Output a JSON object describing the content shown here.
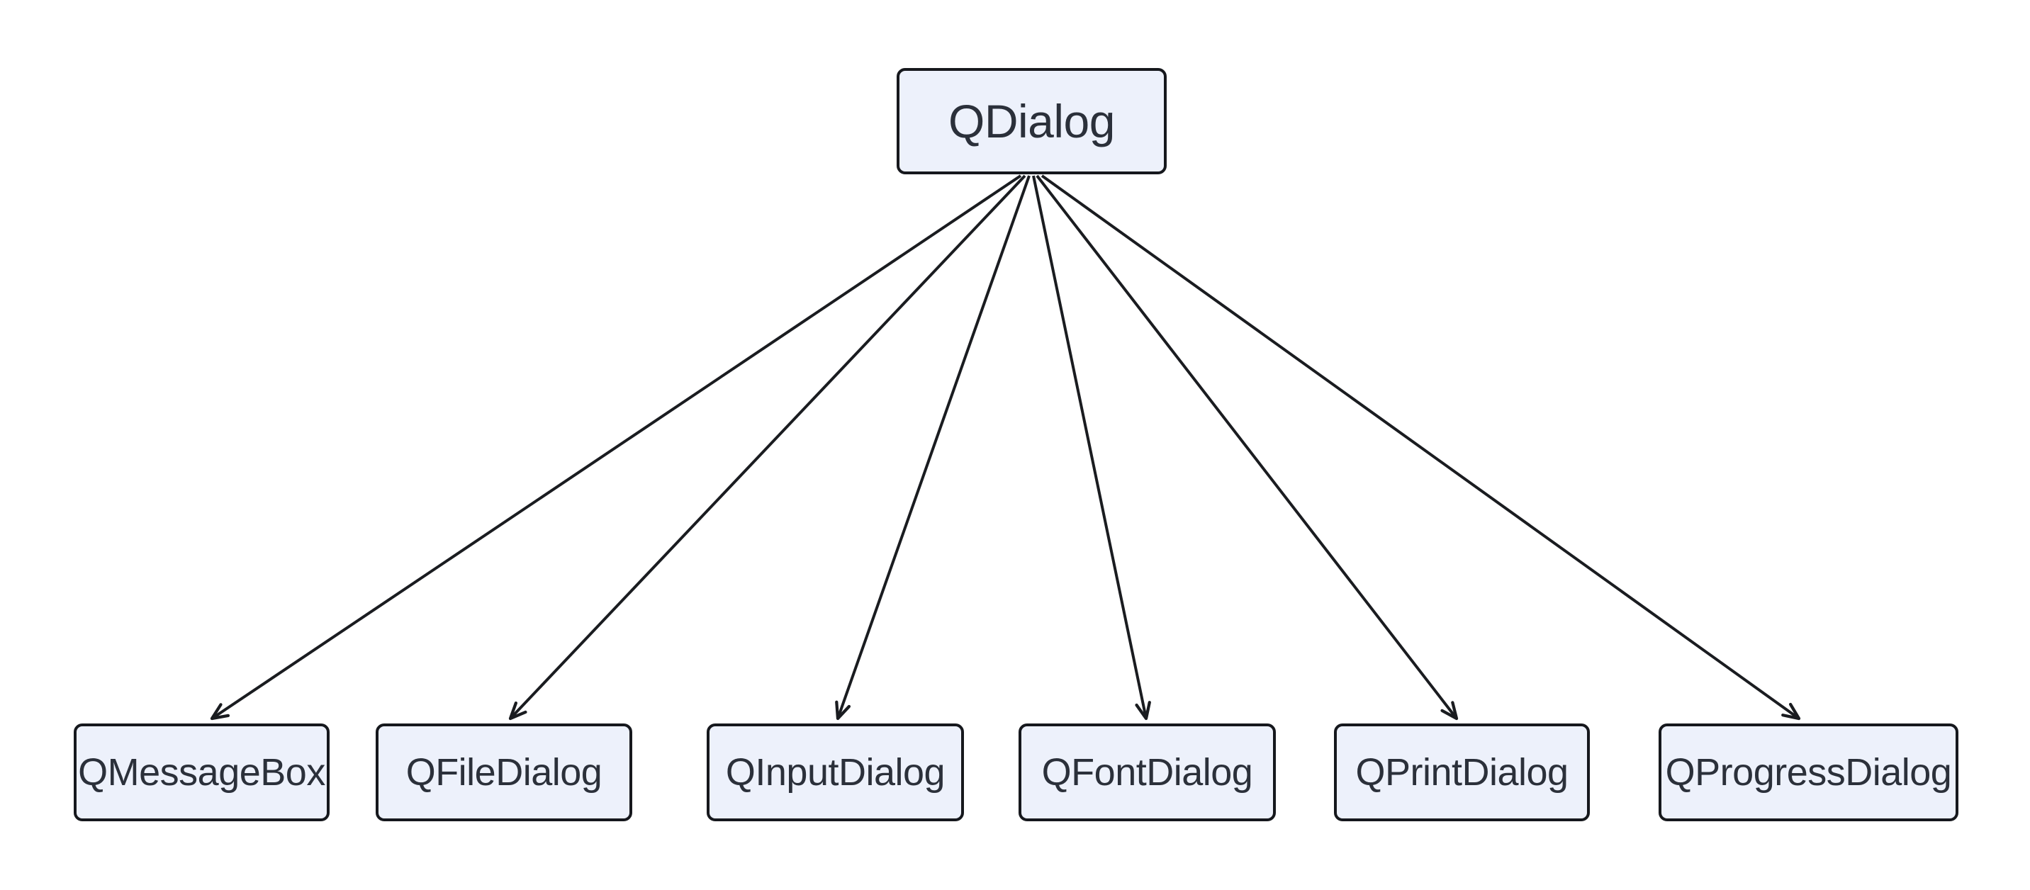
{
  "diagram": {
    "type": "class-hierarchy-flowchart",
    "root": {
      "label": "QDialog"
    },
    "children": [
      {
        "label": "QMessageBox"
      },
      {
        "label": "QFileDialog"
      },
      {
        "label": "QInputDialog"
      },
      {
        "label": "QFontDialog"
      },
      {
        "label": "QPrintDialog"
      },
      {
        "label": "QProgressDialog"
      }
    ],
    "edges": [
      {
        "from": "QDialog",
        "to": "QMessageBox",
        "arrow": "vee-open"
      },
      {
        "from": "QDialog",
        "to": "QFileDialog",
        "arrow": "vee-open"
      },
      {
        "from": "QDialog",
        "to": "QInputDialog",
        "arrow": "vee-open"
      },
      {
        "from": "QDialog",
        "to": "QFontDialog",
        "arrow": "vee-open"
      },
      {
        "from": "QDialog",
        "to": "QPrintDialog",
        "arrow": "vee-open"
      },
      {
        "from": "QDialog",
        "to": "QProgressDialog",
        "arrow": "vee-open"
      }
    ],
    "colors": {
      "node_fill": "#edf1fb",
      "node_border": "#16181d",
      "edge": "#1a1c20",
      "text": "#2b303a",
      "background": "#ffffff"
    }
  }
}
